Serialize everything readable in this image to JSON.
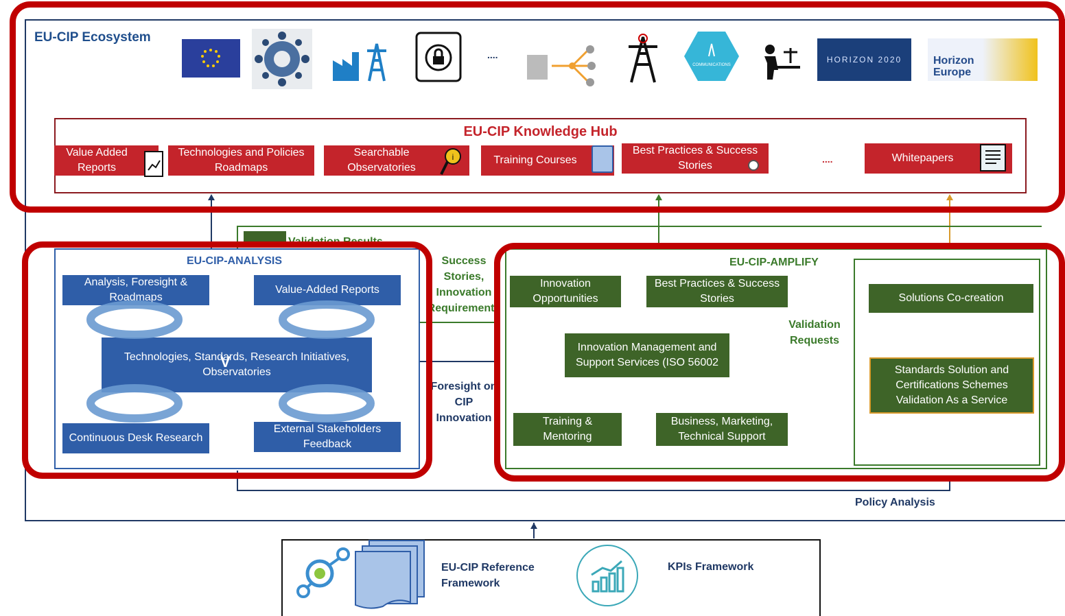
{
  "ecosystem": {
    "title": "EU-CIP Ecosystem",
    "ellipsis": "....",
    "logos": {
      "horizon2020": "HORIZON 2020",
      "horizon_europe_line1": "Horizon",
      "horizon_europe_line2": "Europe",
      "communications": "COMMUNICATIONS"
    }
  },
  "hub": {
    "title": "EU-CIP Knowledge Hub",
    "ellipsis": "....",
    "items": [
      {
        "label": "Value Added Reports"
      },
      {
        "label": "Technologies and Policies Roadmaps"
      },
      {
        "label": "Searchable Observatories"
      },
      {
        "label": "Training Courses"
      },
      {
        "label": "Best Practices & Success Stories"
      },
      {
        "label": "Whitepapers"
      }
    ]
  },
  "validation_results": "Validation Results",
  "analysis": {
    "title": "EU-CIP-ANALYSIS",
    "boxes": {
      "top_left": "Analysis, Foresight & Roadmaps",
      "top_right": "Value-Added Reports",
      "center": "Technologies, Standards, Research Initiatives, Observatories",
      "bottom_left": "Continuous Desk Research",
      "bottom_right": "External Stakeholders Feedback"
    },
    "center_mark": "V"
  },
  "middle_labels": {
    "success": "Success Stories, Innovation Requirements",
    "foresight": "Foresight on CIP Innovation"
  },
  "amplify": {
    "title": "EU-CIP-AMPLIFY",
    "boxes": {
      "innovation_opp": "Innovation Opportunities",
      "best_practices": "Best Practices & Success Stories",
      "ims": "Innovation Management and Support Services (ISO 56002",
      "training": "Training & Mentoring",
      "business": "Business, Marketing, Technical Support",
      "cocreation": "Solutions Co-creation",
      "standards": "Standards Solution and Certifications Schemes Validation As a Service"
    },
    "validation_requests": "Validation Requests"
  },
  "policy_analysis": "Policy Analysis",
  "bottom": {
    "reference": "EU-CIP Reference Framework",
    "kpis": "KPIs Framework"
  },
  "colors": {
    "red": "#c4242b",
    "blue": "#2f5ea8",
    "green": "#3e6428",
    "highlight": "#c00000"
  }
}
